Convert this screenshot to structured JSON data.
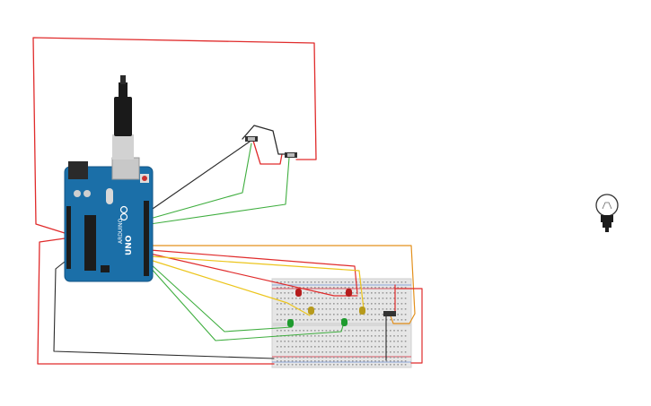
{
  "board": {
    "brand": "ARDUINO",
    "model": "UNO"
  },
  "components": {
    "bulb": "light-bulb-icon",
    "breadboard": "breadboard",
    "usb": "usb-cable-icon",
    "sensors": [
      "sensor-left",
      "sensor-right"
    ]
  },
  "colors": {
    "board": "#1b6fa8",
    "wire_red": "#e02b2b",
    "wire_black": "#2b2b2b",
    "wire_green": "#3fae3f",
    "wire_yellow": "#ecc51c",
    "wire_orange": "#e3901c",
    "led_red": "#b51c1c",
    "led_yellow": "#b79a1c",
    "led_green": "#1e9b2e",
    "breadboard": "#e6e6e6"
  }
}
